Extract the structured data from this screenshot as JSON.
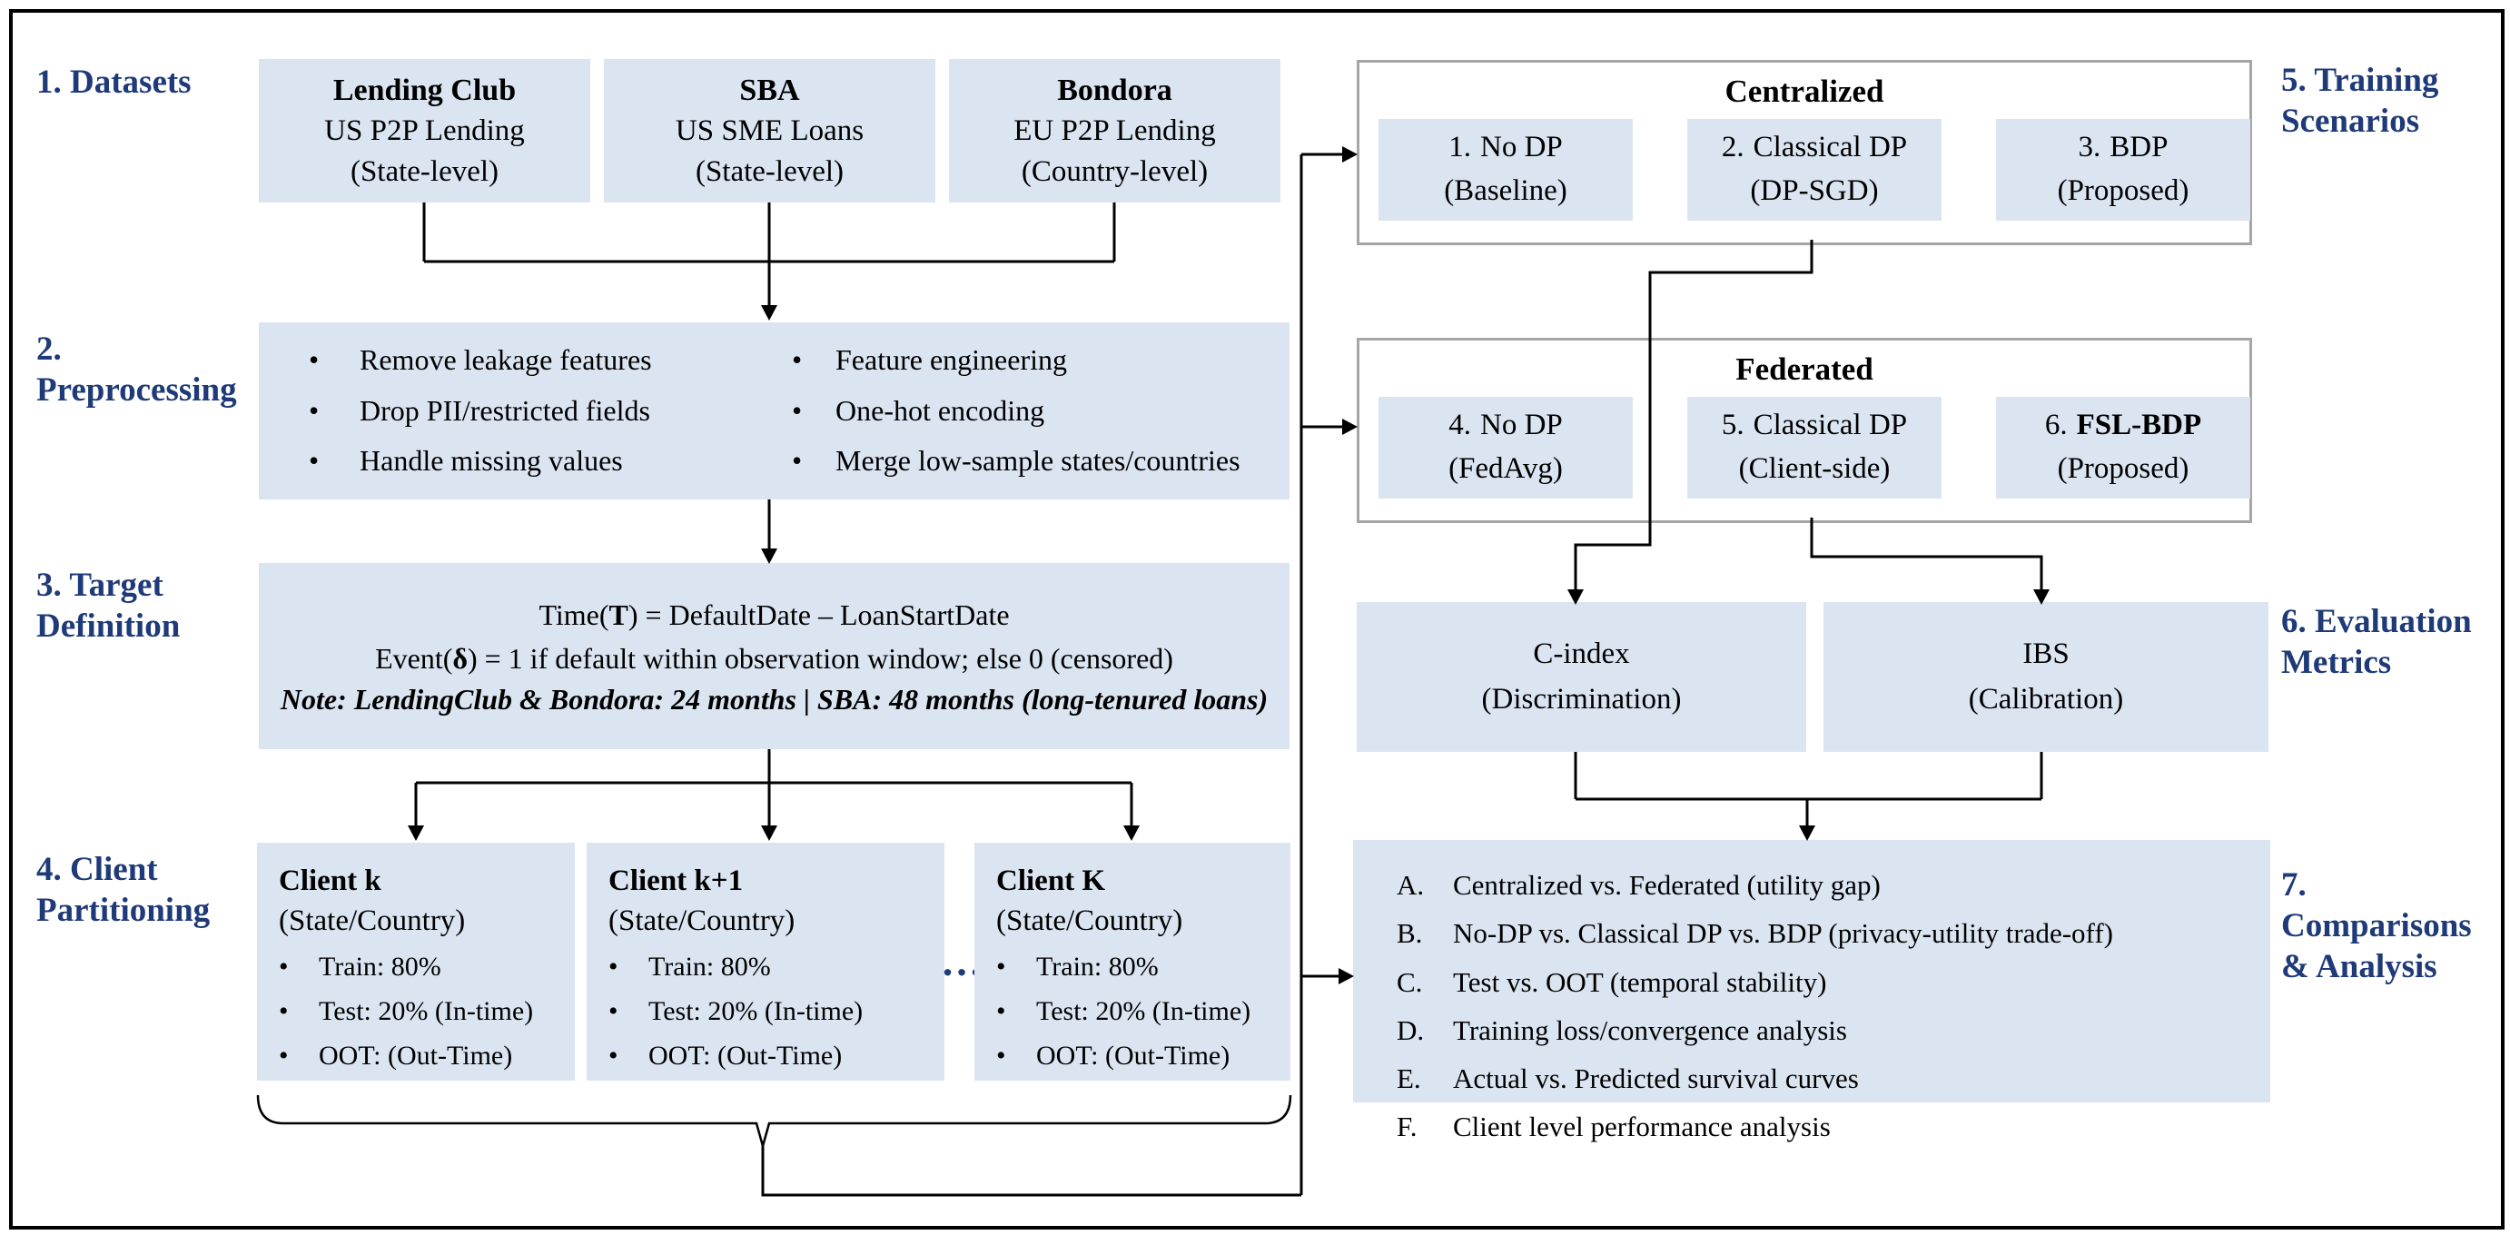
{
  "colors": {
    "accent": "#1f3a78",
    "box_fill": "#dbe5f1",
    "outer_border": "#a6a6a6",
    "line": "#000000"
  },
  "ui": {
    "bullet": "•",
    "dots": "…"
  },
  "datasets": {
    "label": "1. Datasets",
    "boxes": [
      {
        "title": "Lending Club",
        "line1": "US P2P Lending",
        "line2": "(State-level)"
      },
      {
        "title": "SBA",
        "line1": "US SME Loans",
        "line2": "(State-level)"
      },
      {
        "title": "Bondora",
        "line1": "EU P2P Lending",
        "line2": "(Country-level)"
      }
    ]
  },
  "preprocessing": {
    "label_line1": "2.",
    "label_line2": "Preprocessing",
    "col1": [
      "Remove leakage features",
      "Drop PII/restricted fields",
      "Handle missing values"
    ],
    "col2": [
      "Feature engineering",
      "One-hot encoding",
      "Merge low-sample states/countries"
    ]
  },
  "target": {
    "label_line1": "3. Target",
    "label_line2": "Definition",
    "line1_pre": "Time(",
    "line1_bold": "T",
    "line1_post": ") = DefaultDate – LoanStartDate",
    "line2_pre": "Event(",
    "line2_bold": "δ",
    "line2_post": ") = 1 if default within observation window; else 0 (censored)",
    "note": "Note: LendingClub & Bondora: 24 months | SBA: 48 months (long-tenured loans)"
  },
  "clients": {
    "label_line1": "4. Client",
    "label_line2": "Partitioning",
    "boxes": [
      {
        "title": "Client k",
        "subtitle": "(State/Country)",
        "bullets": [
          "Train: 80%",
          "Test: 20% (In-time)",
          "OOT: (Out-Time)"
        ]
      },
      {
        "title": "Client k+1",
        "subtitle": "(State/Country)",
        "bullets": [
          "Train: 80%",
          "Test: 20% (In-time)",
          "OOT: (Out-Time)"
        ]
      },
      {
        "title": "Client K",
        "subtitle": "(State/Country)",
        "bullets": [
          "Train: 80%",
          "Test: 20% (In-time)",
          "OOT: (Out-Time)"
        ]
      }
    ]
  },
  "training": {
    "label_line1": "5. Training",
    "label_line2": "Scenarios",
    "centralized": {
      "title": "Centralized",
      "items": [
        {
          "num": "1.",
          "name": "No DP",
          "sub": "(Baseline)"
        },
        {
          "num": "2.",
          "name": "Classical DP",
          "sub": "(DP-SGD)"
        },
        {
          "num": "3.",
          "name": "BDP",
          "sub": "(Proposed)"
        }
      ]
    },
    "federated": {
      "title": "Federated",
      "items": [
        {
          "num": "4.",
          "name": "No DP",
          "sub": "(FedAvg)"
        },
        {
          "num": "5.",
          "name": "Classical DP",
          "sub": "(Client-side)"
        },
        {
          "num": "6.",
          "name": "FSL-BDP",
          "sub": "(Proposed)"
        }
      ]
    }
  },
  "evaluation": {
    "label_line1": "6. Evaluation",
    "label_line2": "Metrics",
    "boxes": [
      {
        "title": "C-index",
        "subtitle": "(Discrimination)"
      },
      {
        "title": "IBS",
        "subtitle": "(Calibration)"
      }
    ]
  },
  "comparisons": {
    "label_line1": "7.",
    "label_line2": "Comparisons",
    "label_line3": "& Analysis",
    "items": [
      {
        "letter": "A.",
        "text": "Centralized vs. Federated (utility gap)"
      },
      {
        "letter": "B.",
        "text": "No-DP vs. Classical DP vs. BDP (privacy-utility trade-off)"
      },
      {
        "letter": "C.",
        "text": "Test vs. OOT (temporal stability)"
      },
      {
        "letter": "D.",
        "text": "Training loss/convergence analysis"
      },
      {
        "letter": "E.",
        "text": "Actual vs. Predicted survival curves"
      },
      {
        "letter": "F.",
        "text": "Client level performance analysis"
      }
    ]
  }
}
